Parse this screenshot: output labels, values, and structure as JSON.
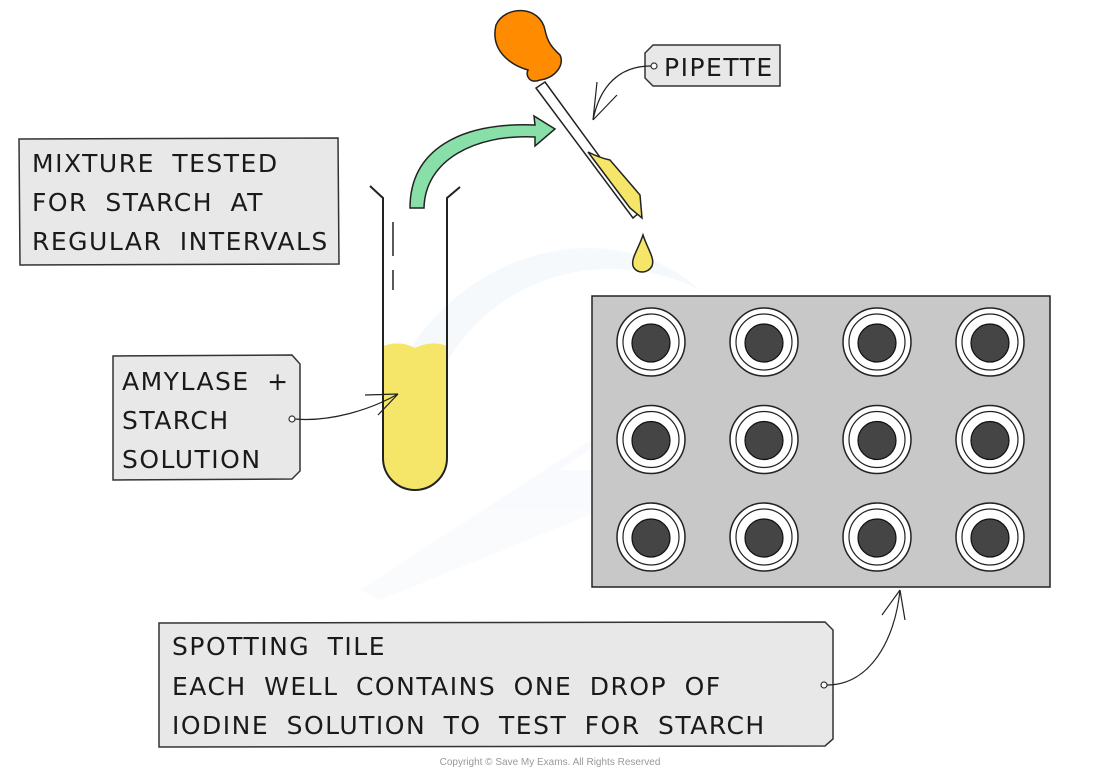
{
  "labels": {
    "mixture": [
      "MIXTURE TESTED",
      "FOR STARCH AT",
      "REGULAR INTERVALS"
    ],
    "amylase": [
      "AMYLASE +",
      "STARCH",
      "SOLUTION"
    ],
    "pipette": "PIPETTE",
    "tile": [
      "SPOTTING TILE",
      "EACH WELL CONTAINS ONE DROP OF",
      "IODINE SOLUTION TO TEST FOR STARCH"
    ]
  },
  "tile": {
    "rows": 3,
    "columns": 4
  },
  "colors": {
    "liquid": "#f5e66a",
    "bulb": "#ff8c00",
    "arrow": "#88e0a8",
    "tile": "#c8c8c8",
    "well_center": "#454545",
    "label_bg": "#e8e8e8"
  },
  "copyright": "Copyright © Save My Exams. All Rights Reserved"
}
